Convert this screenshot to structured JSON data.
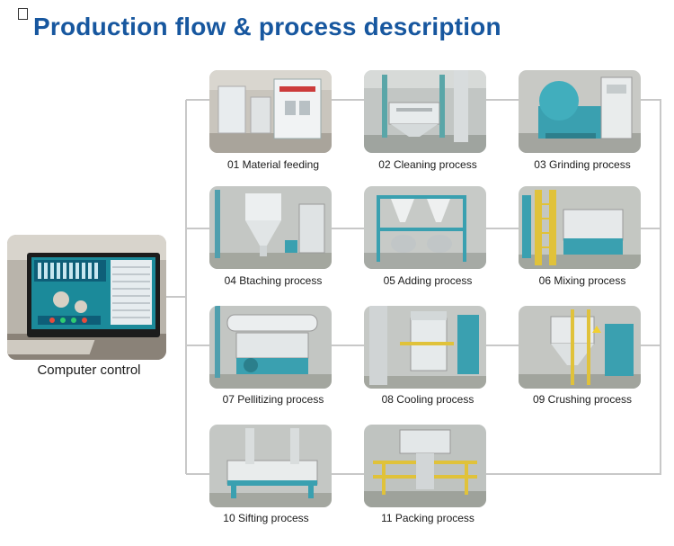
{
  "header": {
    "title": "Production flow & process description"
  },
  "computer": {
    "label": "Computer control"
  },
  "steps": [
    {
      "label": "01 Material feeding",
      "icon": "material-feeding-machine-photo"
    },
    {
      "label": "02 Cleaning process",
      "icon": "cleaning-machine-photo"
    },
    {
      "label": "03 Grinding process",
      "icon": "grinding-machine-photo"
    },
    {
      "label": "04 Btaching process",
      "icon": "batching-machine-photo"
    },
    {
      "label": "05 Adding process",
      "icon": "adding-machine-photo"
    },
    {
      "label": "06 Mixing process",
      "icon": "mixing-machine-photo"
    },
    {
      "label": "07 Pellitizing process",
      "icon": "pelletizing-machine-photo"
    },
    {
      "label": "08 Cooling process",
      "icon": "cooling-machine-photo"
    },
    {
      "label": "09 Crushing process",
      "icon": "crushing-machine-photo"
    },
    {
      "label": "10 Sifting process",
      "icon": "sifting-machine-photo"
    },
    {
      "label": "11 Packing process",
      "icon": "packing-machine-photo"
    }
  ],
  "colors": {
    "title": "#17579f",
    "connector": "#c8c8c8",
    "machine_teal": "#3aa0b0",
    "machine_white": "#e8ecee",
    "frame_blue": "#4aa3c8"
  }
}
